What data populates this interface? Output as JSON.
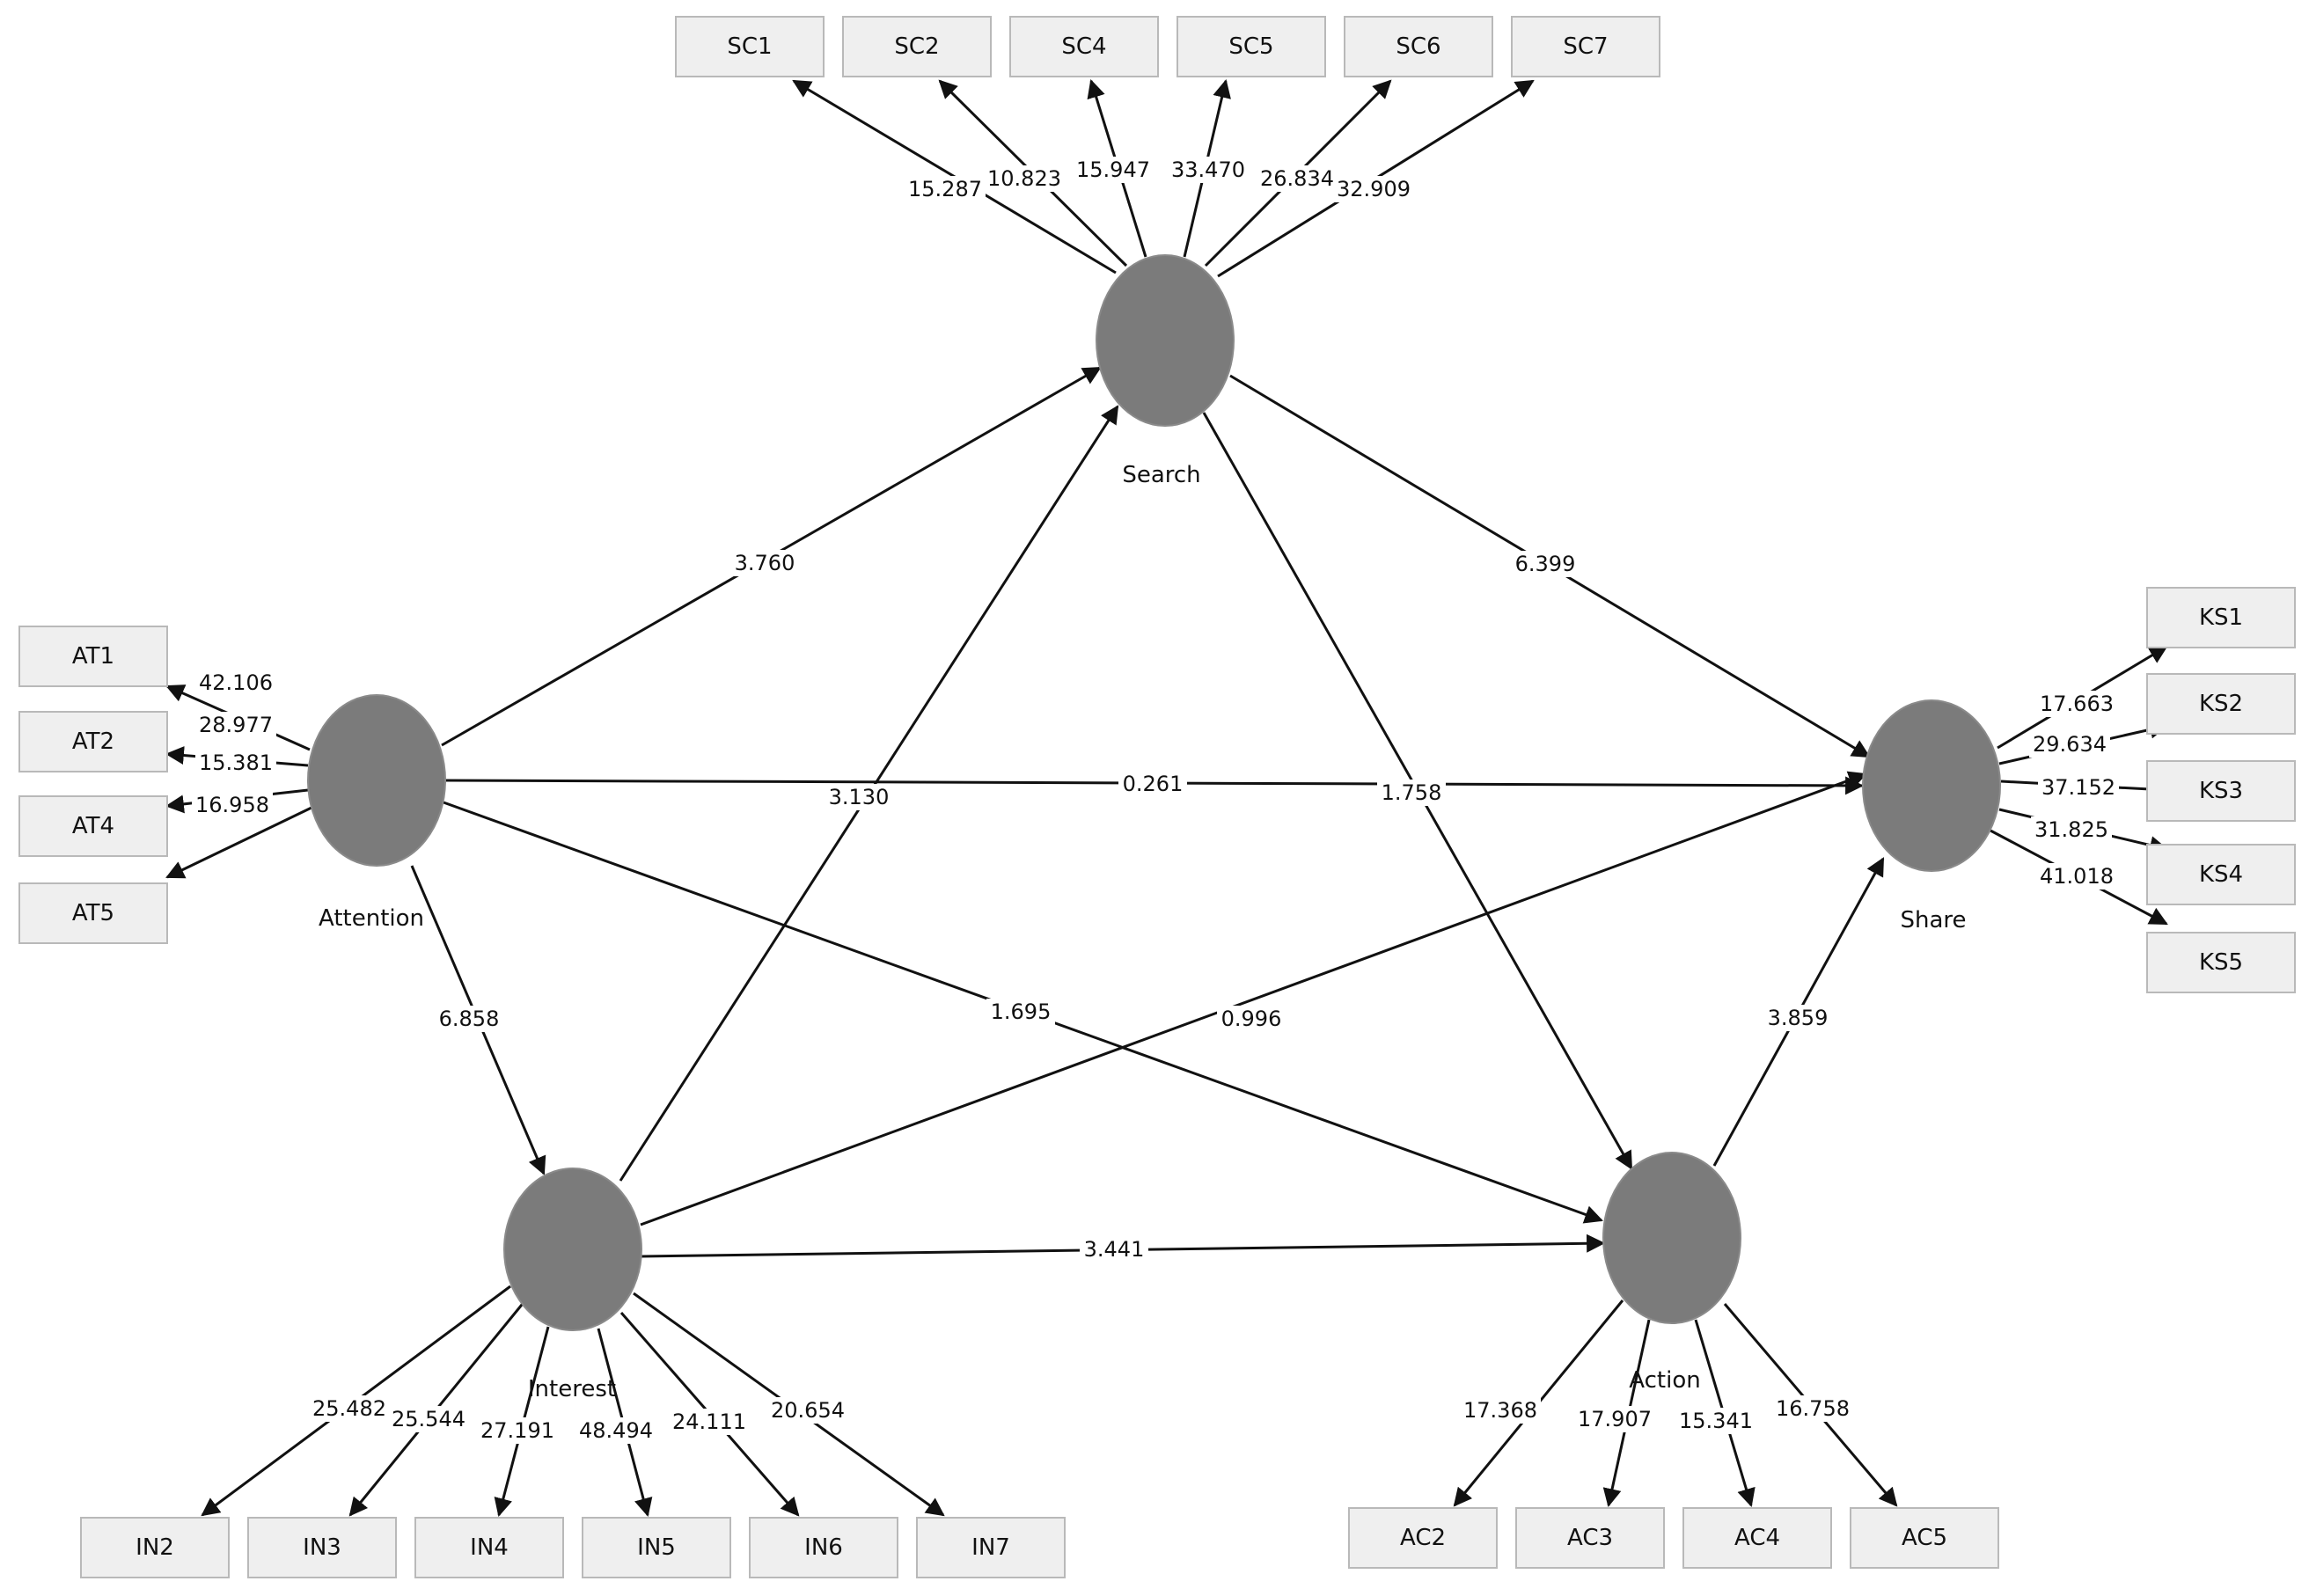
{
  "constructs": [
    {
      "id": "search",
      "label": "Search"
    },
    {
      "id": "attention",
      "label": "Attention"
    },
    {
      "id": "interest",
      "label": "Interest"
    },
    {
      "id": "action",
      "label": "Action"
    },
    {
      "id": "share",
      "label": "Share"
    }
  ],
  "indicators": [
    {
      "id": "SC1",
      "label": "SC1",
      "construct": "search",
      "value": "15.287"
    },
    {
      "id": "SC2",
      "label": "SC2",
      "construct": "search",
      "value": "10.823"
    },
    {
      "id": "SC4",
      "label": "SC4",
      "construct": "search",
      "value": "15.947"
    },
    {
      "id": "SC5",
      "label": "SC5",
      "construct": "search",
      "value": "33.470"
    },
    {
      "id": "SC6",
      "label": "SC6",
      "construct": "search",
      "value": "26.834"
    },
    {
      "id": "SC7",
      "label": "SC7",
      "construct": "search",
      "value": "32.909"
    },
    {
      "id": "AT1",
      "label": "AT1",
      "construct": "attention",
      "value": "42.106"
    },
    {
      "id": "AT2",
      "label": "AT2",
      "construct": "attention",
      "value": "28.977"
    },
    {
      "id": "AT4",
      "label": "AT4",
      "construct": "attention",
      "value": "15.381"
    },
    {
      "id": "AT5",
      "label": "AT5",
      "construct": "attention",
      "value": "16.958"
    },
    {
      "id": "KS1",
      "label": "KS1",
      "construct": "share",
      "value": "17.663"
    },
    {
      "id": "KS2",
      "label": "KS2",
      "construct": "share",
      "value": "29.634"
    },
    {
      "id": "KS3",
      "label": "KS3",
      "construct": "share",
      "value": "37.152"
    },
    {
      "id": "KS4",
      "label": "KS4",
      "construct": "share",
      "value": "31.825"
    },
    {
      "id": "KS5",
      "label": "KS5",
      "construct": "share",
      "value": "41.018"
    },
    {
      "id": "IN2",
      "label": "IN2",
      "construct": "interest",
      "value": "25.482"
    },
    {
      "id": "IN3",
      "label": "IN3",
      "construct": "interest",
      "value": "25.544"
    },
    {
      "id": "IN4",
      "label": "IN4",
      "construct": "interest",
      "value": "27.191"
    },
    {
      "id": "IN5",
      "label": "IN5",
      "construct": "interest",
      "value": "48.494"
    },
    {
      "id": "IN6",
      "label": "IN6",
      "construct": "interest",
      "value": "24.111"
    },
    {
      "id": "IN7",
      "label": "IN7",
      "construct": "interest",
      "value": "20.654"
    },
    {
      "id": "AC2",
      "label": "AC2",
      "construct": "action",
      "value": "17.368"
    },
    {
      "id": "AC3",
      "label": "AC3",
      "construct": "action",
      "value": "17.907"
    },
    {
      "id": "AC4",
      "label": "AC4",
      "construct": "action",
      "value": "15.341"
    },
    {
      "id": "AC5",
      "label": "AC5",
      "construct": "action",
      "value": "16.758"
    }
  ],
  "paths": [
    {
      "from": "attention",
      "to": "search",
      "value": "3.760"
    },
    {
      "from": "interest",
      "to": "search",
      "value": "3.130"
    },
    {
      "from": "search",
      "to": "share",
      "value": "6.399"
    },
    {
      "from": "search",
      "to": "action",
      "value": "1.758"
    },
    {
      "from": "attention",
      "to": "share",
      "value": "0.261"
    },
    {
      "from": "attention",
      "to": "interest",
      "value": "6.858"
    },
    {
      "from": "attention",
      "to": "action",
      "value": "1.695"
    },
    {
      "from": "interest",
      "to": "share",
      "value": "0.996"
    },
    {
      "from": "interest",
      "to": "action",
      "value": "3.441"
    },
    {
      "from": "action",
      "to": "share",
      "value": "3.859"
    }
  ]
}
